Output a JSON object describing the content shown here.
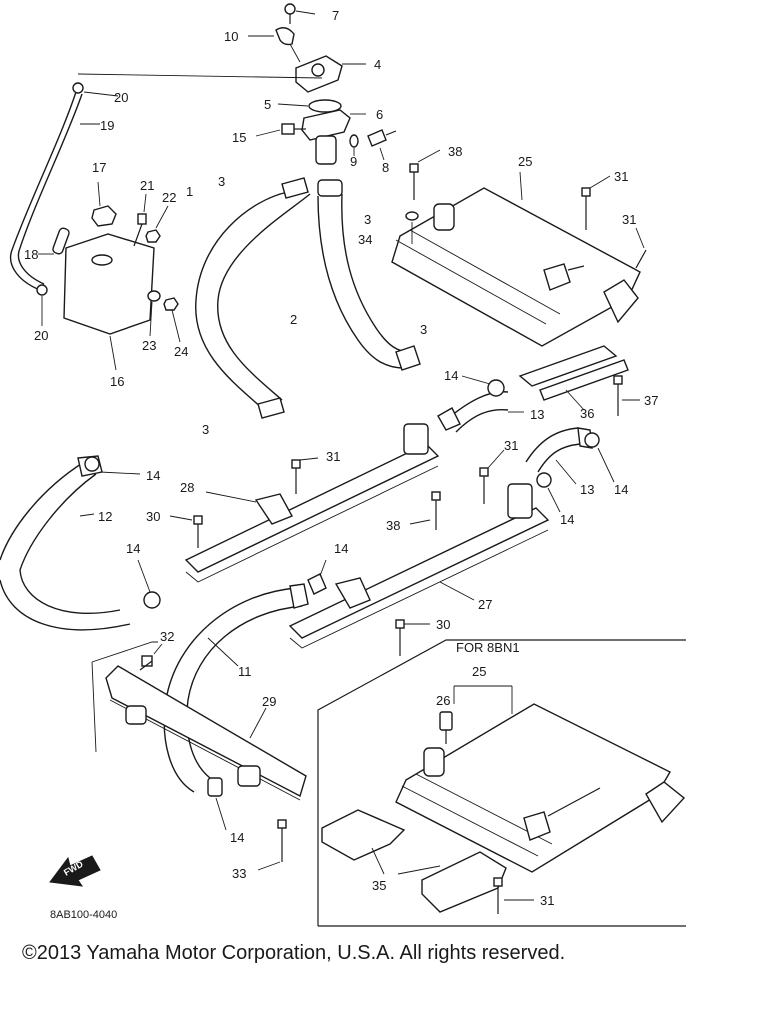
{
  "diagram": {
    "drawing_code": "8AB100-4040",
    "variant_label": "FOR 8BN1",
    "fwd_label": "FWD",
    "callouts": {
      "c1": "1",
      "c2": "2",
      "c3a": "3",
      "c3b": "3",
      "c3c": "3",
      "c3d": "3",
      "c4": "4",
      "c5": "5",
      "c6": "6",
      "c7": "7",
      "c8": "8",
      "c9": "9",
      "c10": "10",
      "c11": "11",
      "c12": "12",
      "c13a": "13",
      "c13b": "13",
      "c14a": "14",
      "c14b": "14",
      "c14c": "14",
      "c14d": "14",
      "c14e": "14",
      "c14f": "14",
      "c14g": "14",
      "c15": "15",
      "c16": "16",
      "c17": "17",
      "c18": "18",
      "c19": "19",
      "c20a": "20",
      "c20b": "20",
      "c21": "21",
      "c22": "22",
      "c23": "23",
      "c24": "24",
      "c25a": "25",
      "c25b": "25",
      "c26": "26",
      "c27": "27",
      "c28": "28",
      "c29": "29",
      "c30a": "30",
      "c30b": "30",
      "c31a": "31",
      "c31b": "31",
      "c31c": "31",
      "c31d": "31",
      "c31e": "31",
      "c32": "32",
      "c33": "33",
      "c34": "34",
      "c35": "35",
      "c36": "36",
      "c37": "37",
      "c38a": "38",
      "c38b": "38"
    }
  },
  "footer": {
    "copyright": "©2013 Yamaha Motor Corporation, U.S.A. All rights reserved."
  }
}
